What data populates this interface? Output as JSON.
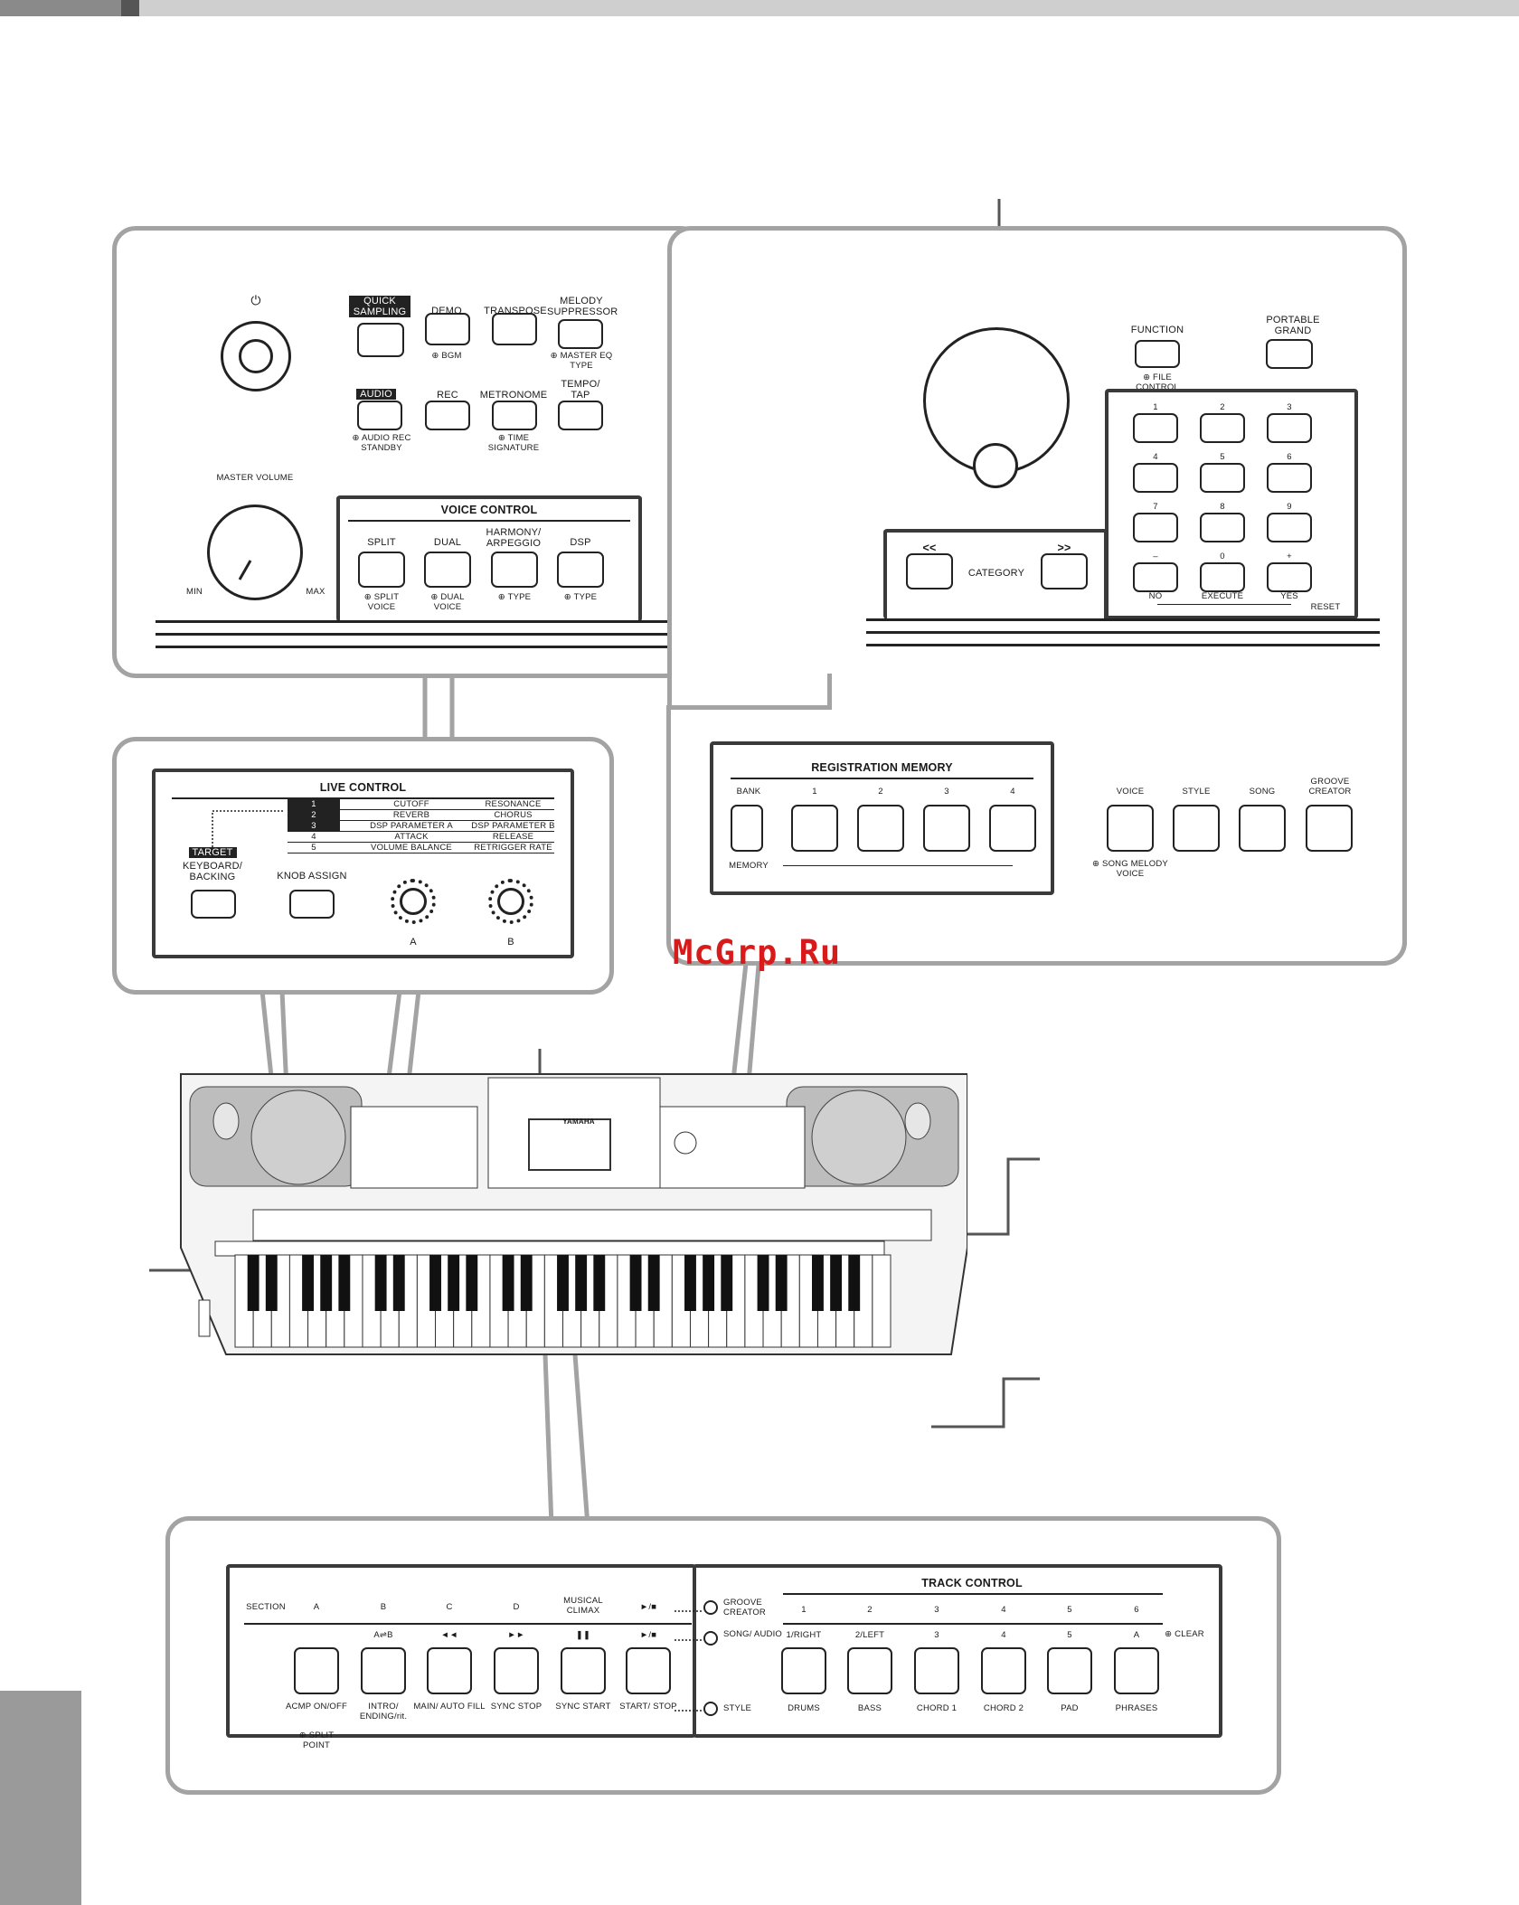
{
  "watermark": "McGrp.Ru",
  "panel_left": {
    "power_symbol": "⏻",
    "quick_sampling": "QUICK SAMPLING",
    "demo": "DEMO",
    "demo_sub": "⊕ BGM",
    "transpose": "TRANSPOSE",
    "melody_suppressor": "MELODY SUPPRESSOR",
    "melody_sub": "⊕ MASTER EQ TYPE",
    "audio": "AUDIO",
    "audio_sub": "⊕ AUDIO REC STANDBY",
    "rec": "REC",
    "metronome": "METRONOME",
    "metronome_sub": "⊕ TIME SIGNATURE",
    "tempo_tap": "TEMPO/ TAP",
    "master_volume": "MASTER VOLUME",
    "min": "MIN",
    "max": "MAX",
    "voice_control": "VOICE CONTROL",
    "split": "SPLIT",
    "split_sub": "⊕ SPLIT VOICE",
    "dual": "DUAL",
    "dual_sub": "⊕ DUAL VOICE",
    "harmony": "HARMONY/ ARPEGGIO",
    "harmony_sub": "⊕ TYPE",
    "dsp": "DSP",
    "dsp_sub": "⊕ TYPE"
  },
  "panel_right": {
    "function": "FUNCTION",
    "function_sub": "⊕ FILE CONTROL",
    "portable_grand": "PORTABLE GRAND",
    "category": "CATEGORY",
    "cat_prev": "<<",
    "cat_next": ">>",
    "numpad": [
      "1",
      "2",
      "3",
      "4",
      "5",
      "6",
      "7",
      "8",
      "9",
      "–",
      "0",
      "+"
    ],
    "no": "NO",
    "execute": "EXECUTE",
    "yes": "YES",
    "reset": "RESET",
    "registration_memory": "REGISTRATION MEMORY",
    "bank": "BANK",
    "reg_numbers": [
      "1",
      "2",
      "3",
      "4"
    ],
    "memory": "MEMORY",
    "voice": "VOICE",
    "voice_sub": "⊕ SONG MELODY VOICE",
    "style": "STYLE",
    "song": "SONG",
    "groove_creator": "GROOVE CREATOR"
  },
  "live_control": {
    "title": "LIVE CONTROL",
    "rows": [
      {
        "num": "1",
        "a": "CUTOFF",
        "b": "RESONANCE"
      },
      {
        "num": "2",
        "a": "REVERB",
        "b": "CHORUS"
      },
      {
        "num": "3",
        "a": "DSP PARAMETER A",
        "b": "DSP PARAMETER B"
      },
      {
        "num": "4",
        "a": "ATTACK",
        "b": "RELEASE"
      },
      {
        "num": "5",
        "a": "VOLUME BALANCE",
        "b": "RETRIGGER RATE"
      }
    ],
    "target": "TARGET",
    "keyboard_backing": "KEYBOARD/ BACKING",
    "knob_assign": "KNOB ASSIGN",
    "knob_a": "A",
    "knob_b": "B"
  },
  "bottom_panel": {
    "section": "SECTION",
    "section_items": [
      "A",
      "B",
      "C",
      "D",
      "MUSICAL CLIMAX",
      "►/■"
    ],
    "ab_swap": "A⇌B",
    "rew": "◄◄",
    "ff": "►►",
    "pause": "❚❚",
    "play_stop": "►/■",
    "buttons": [
      "ACMP ON/OFF",
      "INTRO/ ENDING/rit.",
      "MAIN/ AUTO FILL",
      "SYNC STOP",
      "SYNC START",
      "START/ STOP"
    ],
    "acmp_sub": "⊕ SPLIT POINT",
    "track_control": "TRACK CONTROL",
    "groove_creator": "GROOVE CREATOR",
    "song_audio": "SONG/ AUDIO",
    "style": "STYLE",
    "track_top": [
      "1",
      "2",
      "3",
      "4",
      "5",
      "6"
    ],
    "track_mid": [
      "1/RIGHT",
      "2/LEFT",
      "3",
      "4",
      "5",
      "A"
    ],
    "clear": "⊕ CLEAR",
    "track_bottom": [
      "DRUMS",
      "BASS",
      "CHORD 1",
      "CHORD 2",
      "PAD",
      "PHRASES"
    ]
  },
  "keyboard": {
    "brand": "YAMAHA"
  }
}
